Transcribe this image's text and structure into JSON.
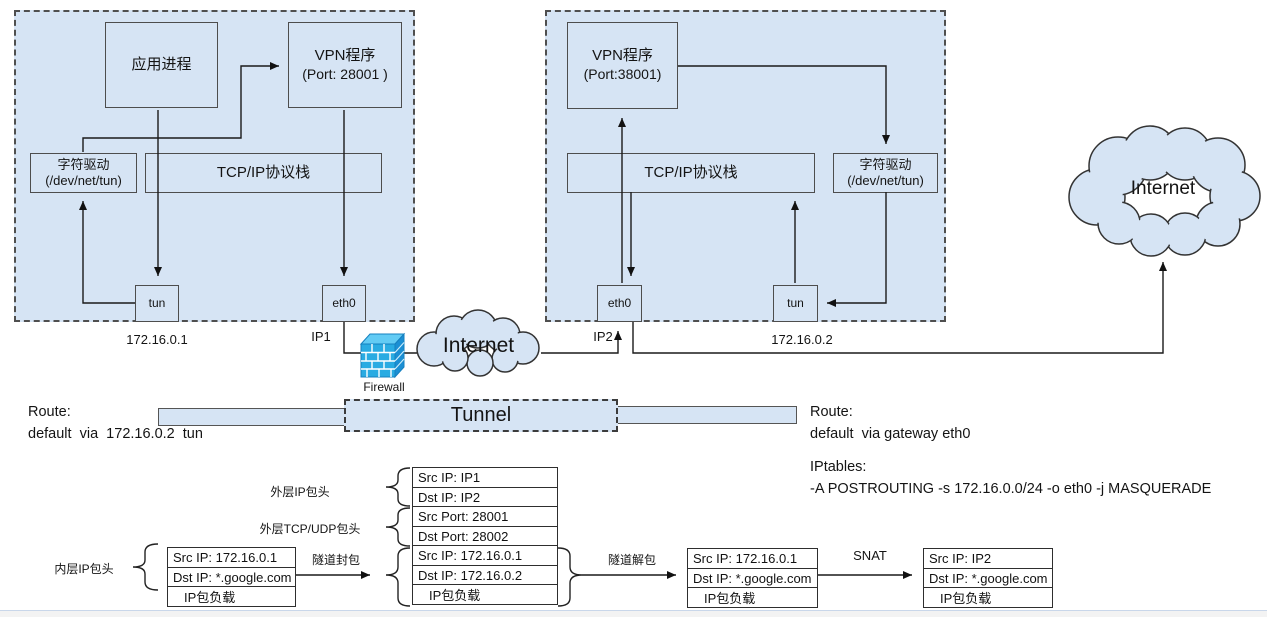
{
  "hosts": {
    "left": {
      "app": "应用进程",
      "vpn_line1": "VPN程序",
      "vpn_line2": "(Port: 28001 )",
      "driver_line1": "字符驱动",
      "driver_line2": "(/dev/net/tun)",
      "stack": "TCP/IP协议栈",
      "tun": "tun",
      "eth": "eth0",
      "tun_ip": "172.16.0.1",
      "eth_ip": "IP1"
    },
    "right": {
      "vpn_line1": "VPN程序",
      "vpn_line2": "(Port:38001)",
      "stack": "TCP/IP协议栈",
      "driver_line1": "字符驱动",
      "driver_line2": "(/dev/net/tun)",
      "eth": "eth0",
      "tun": "tun",
      "eth_ip": "IP2",
      "tun_ip": "172.16.0.2"
    }
  },
  "network": {
    "firewall_label": "Firewall",
    "internet_left": "Internet",
    "internet_right": "Internet",
    "tunnel_label": "Tunnel"
  },
  "routes": {
    "left_title": "Route:",
    "left_rule": "default  via  172.16.0.2  tun",
    "right_title": "Route:",
    "right_rule": "default  via gateway eth0",
    "iptables_title": "IPtables:",
    "iptables_rule": "-A POSTROUTING -s 172.16.0.0/24 -o eth0 -j MASQUERADE"
  },
  "packet_flow": {
    "labels": {
      "inner_ip_header": "内层IP包头",
      "outer_ip_header": "外层IP包头",
      "outer_tcp_udp_header": "外层TCP/UDP包头",
      "encapsulate": "隧道封包",
      "decapsulate": "隧道解包",
      "snat": "SNAT"
    },
    "original_packet": {
      "rows": [
        "Src IP: 172.16.0.1",
        "Dst IP: *.google.com",
        "IP包负载"
      ]
    },
    "encapsulated_packet": {
      "rows": [
        "Src IP: IP1",
        "Dst IP: IP2",
        "Src Port: 28001",
        "Dst Port: 28002",
        "Src IP: 172.16.0.1",
        "Dst IP: 172.16.0.2",
        "IP包负载"
      ]
    },
    "decapsulated_packet": {
      "rows": [
        "Src IP: 172.16.0.1",
        "Dst IP: *.google.com",
        "IP包负载"
      ]
    },
    "snat_packet": {
      "rows": [
        "Src IP: IP2",
        "Dst IP: *.google.com",
        "IP包负载"
      ]
    }
  },
  "colors": {
    "box_fill": "#d6e4f4",
    "box_border": "#4d4d4d",
    "line": "#1a1a1a",
    "packet_fill": "#ffffff",
    "firewall_front": "#29abe2",
    "firewall_top": "#62cbf4",
    "firewall_side": "#1b8fd4"
  }
}
